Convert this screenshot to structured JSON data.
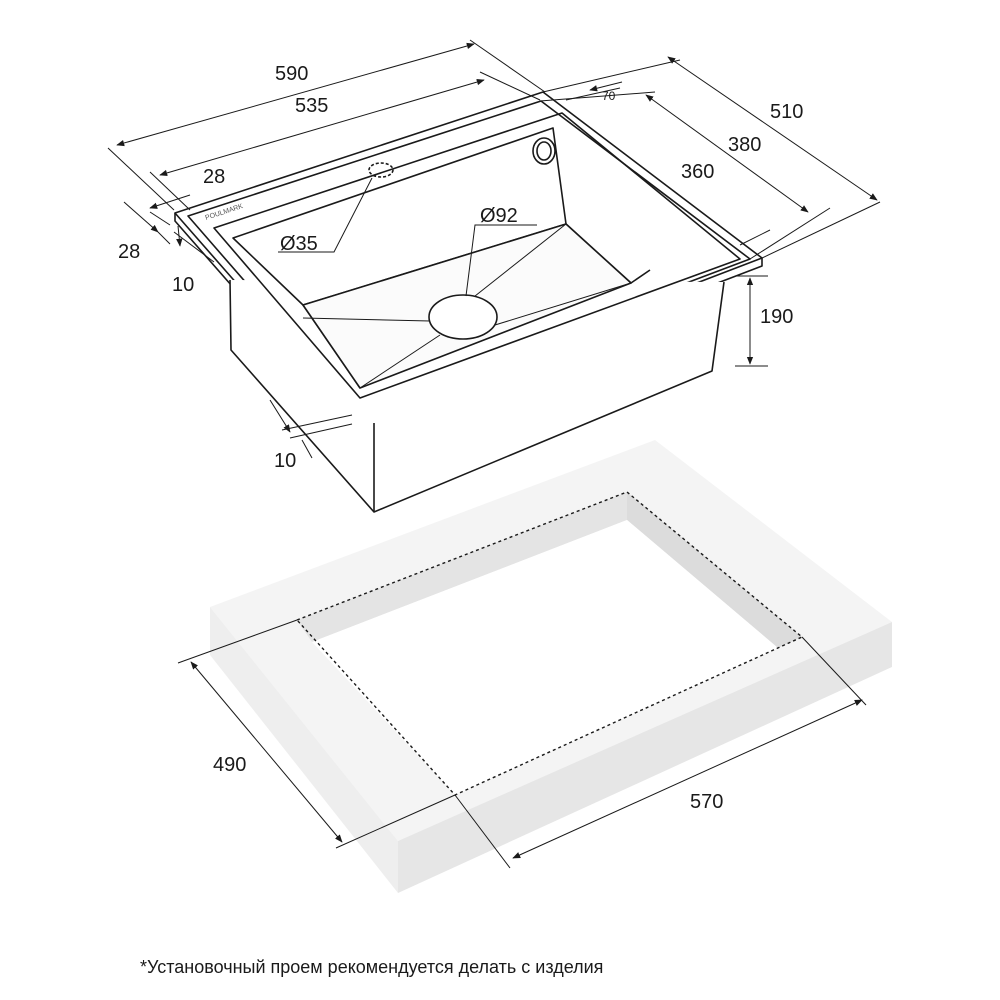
{
  "brand": "POULMARK",
  "sink": {
    "dims": {
      "overall_width": "590",
      "bowl_outer_width": "535",
      "overall_depth": "510",
      "bowl_outer_depth": "380",
      "bowl_inner_depth": "360",
      "bowl_height": "190",
      "edge_offset_top": "28",
      "edge_offset_side": "28",
      "rim_top": "10",
      "rim_front": "10",
      "faucet_offset": "70",
      "faucet_hole": "Ø35",
      "drain_hole": "Ø92"
    }
  },
  "cutout": {
    "dims": {
      "depth": "490",
      "width": "570"
    }
  },
  "footnote": "*Установочный проем рекомендуется делать с изделия",
  "colors": {
    "line": "#1a1a1a",
    "countertop_top": "#f4f4f4",
    "countertop_side": "#e9e9e9",
    "countertop_front": "#dedede"
  }
}
